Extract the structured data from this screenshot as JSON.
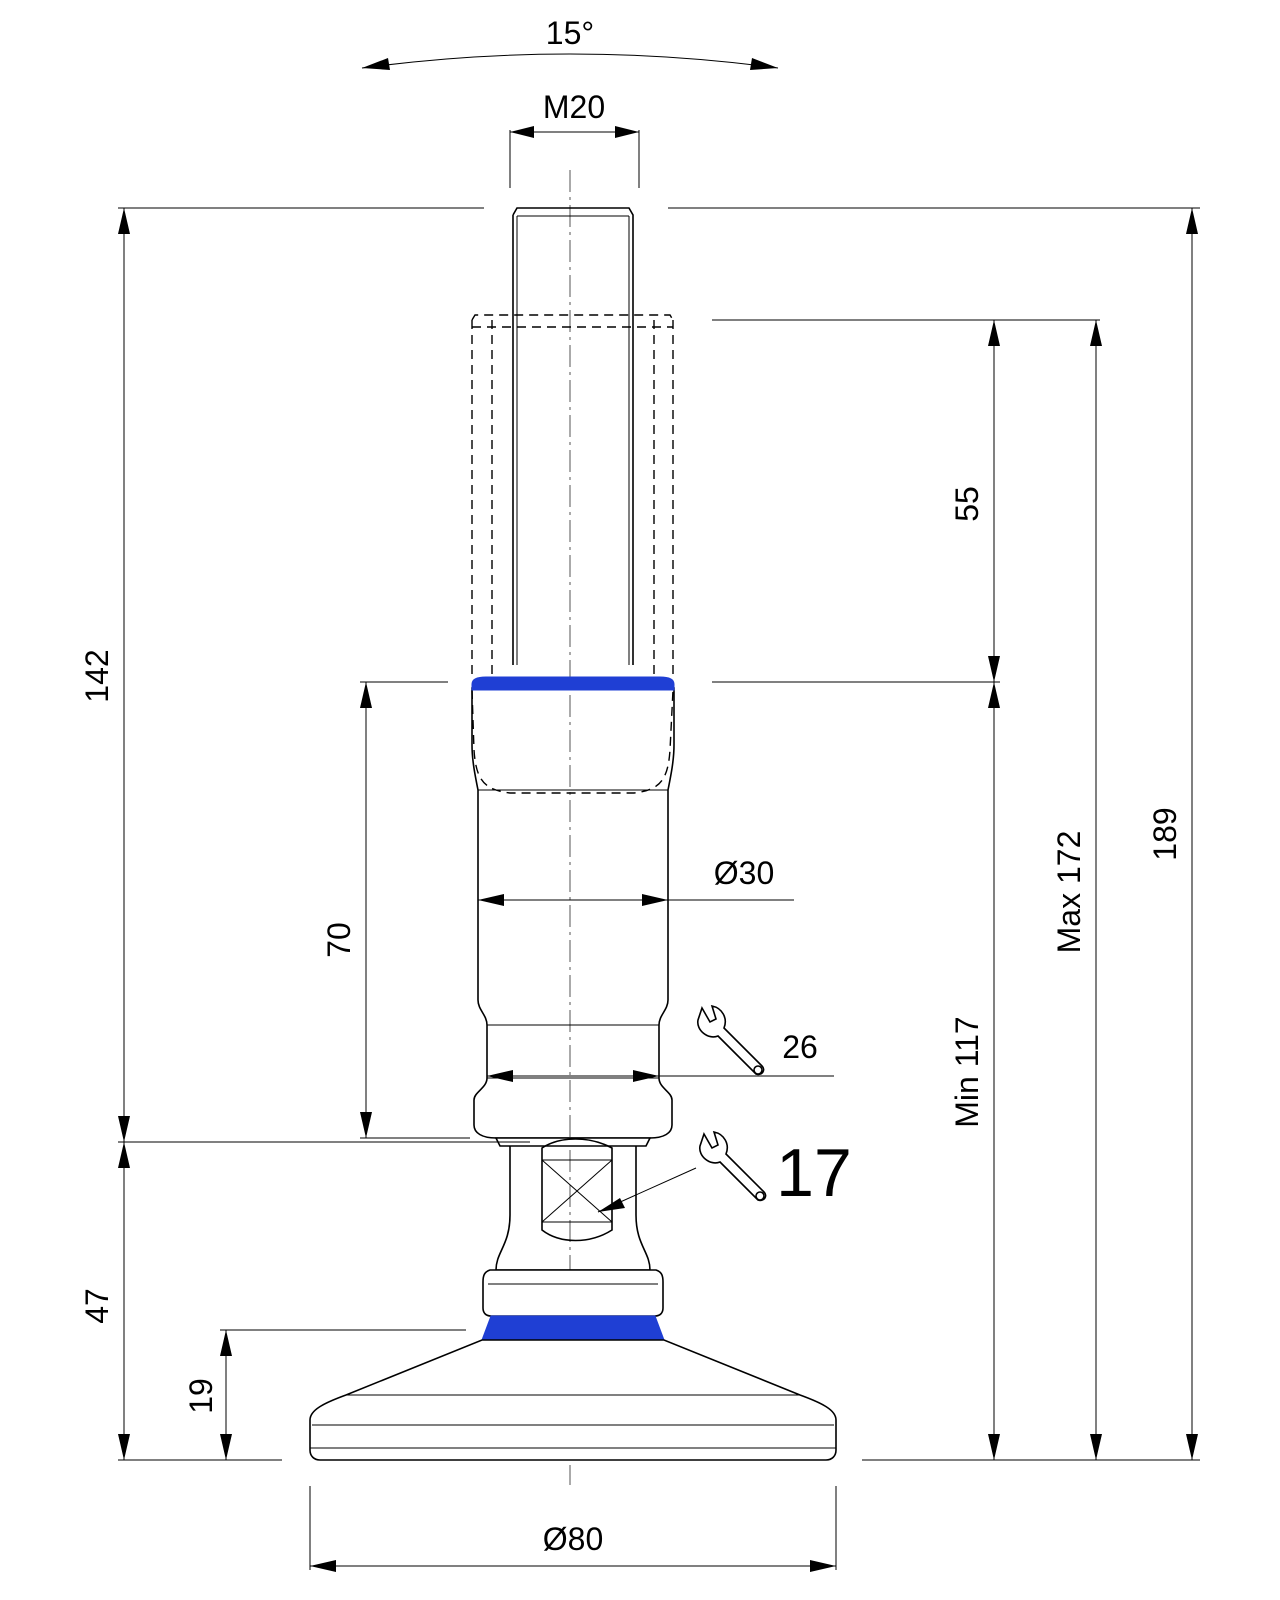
{
  "accent_color": "#1f3fd4",
  "dimensions": {
    "tilt_angle": "15°",
    "thread": "M20",
    "overall_height": "189",
    "max_height": "Max 172",
    "min_height": "Min 117",
    "adjust_stroke": "55",
    "upper_height": "142",
    "body_length": "70",
    "body_diameter": "Ø30",
    "wrench_body": "26",
    "lower_height": "47",
    "base_height": "19",
    "base_diameter": "Ø80"
  },
  "wrench_flats": "17",
  "icons": [
    "wrench-icon",
    "wrench-icon"
  ]
}
